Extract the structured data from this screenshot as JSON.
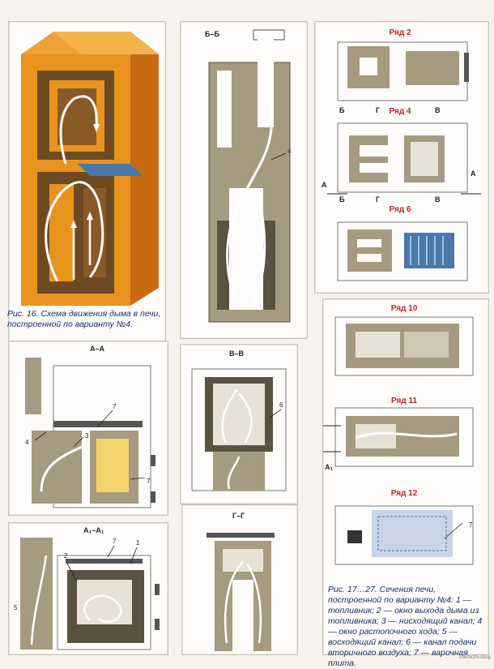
{
  "figure16": {
    "caption": "Рис. 16. Схема движения дыма в печи, построенной по варианту №4."
  },
  "figure17_27": {
    "caption": "Рис. 17…27. Сечения печи, построенной по варианту №4: 1 — топливник; 2 — окно выхода дыма из топливника; 3 — нисходящий канал; 4 — окно растопочного хода; 5 — восходящий канал; 6 — канал подачи вторичного воздуха; 7 — варочная плита."
  },
  "sections": {
    "bb": "Б–Б",
    "aa": "А–А",
    "vv": "В–В",
    "a1a1": "А₁–А₁",
    "gg": "Г–Г"
  },
  "rows": {
    "r2": "Ряд 2",
    "r4": "Ряд 4",
    "r6": "Ряд 6",
    "r10": "Ряд 10",
    "r11": "Ряд 11",
    "r12": "Ряд 12"
  },
  "cut_marks": {
    "b": "Б",
    "g": "Г",
    "v": "В",
    "a": "А",
    "a1": "А₁"
  },
  "callouts": {
    "n1": "1",
    "n2": "2",
    "n3": "3",
    "n4": "4",
    "n5": "5",
    "n6": "6",
    "n7": "7"
  },
  "watermark": "chertezhi-shop",
  "colors": {
    "brick_orange": "#e9931f",
    "brick_dark": "#c96a12",
    "masonry": "#a69a80",
    "masonry_dark": "#5a5240",
    "smoke": "#ffffff",
    "caption_blue": "#1c2f63",
    "row_red": "#c0232a",
    "cast_iron": "#4a78a8"
  }
}
